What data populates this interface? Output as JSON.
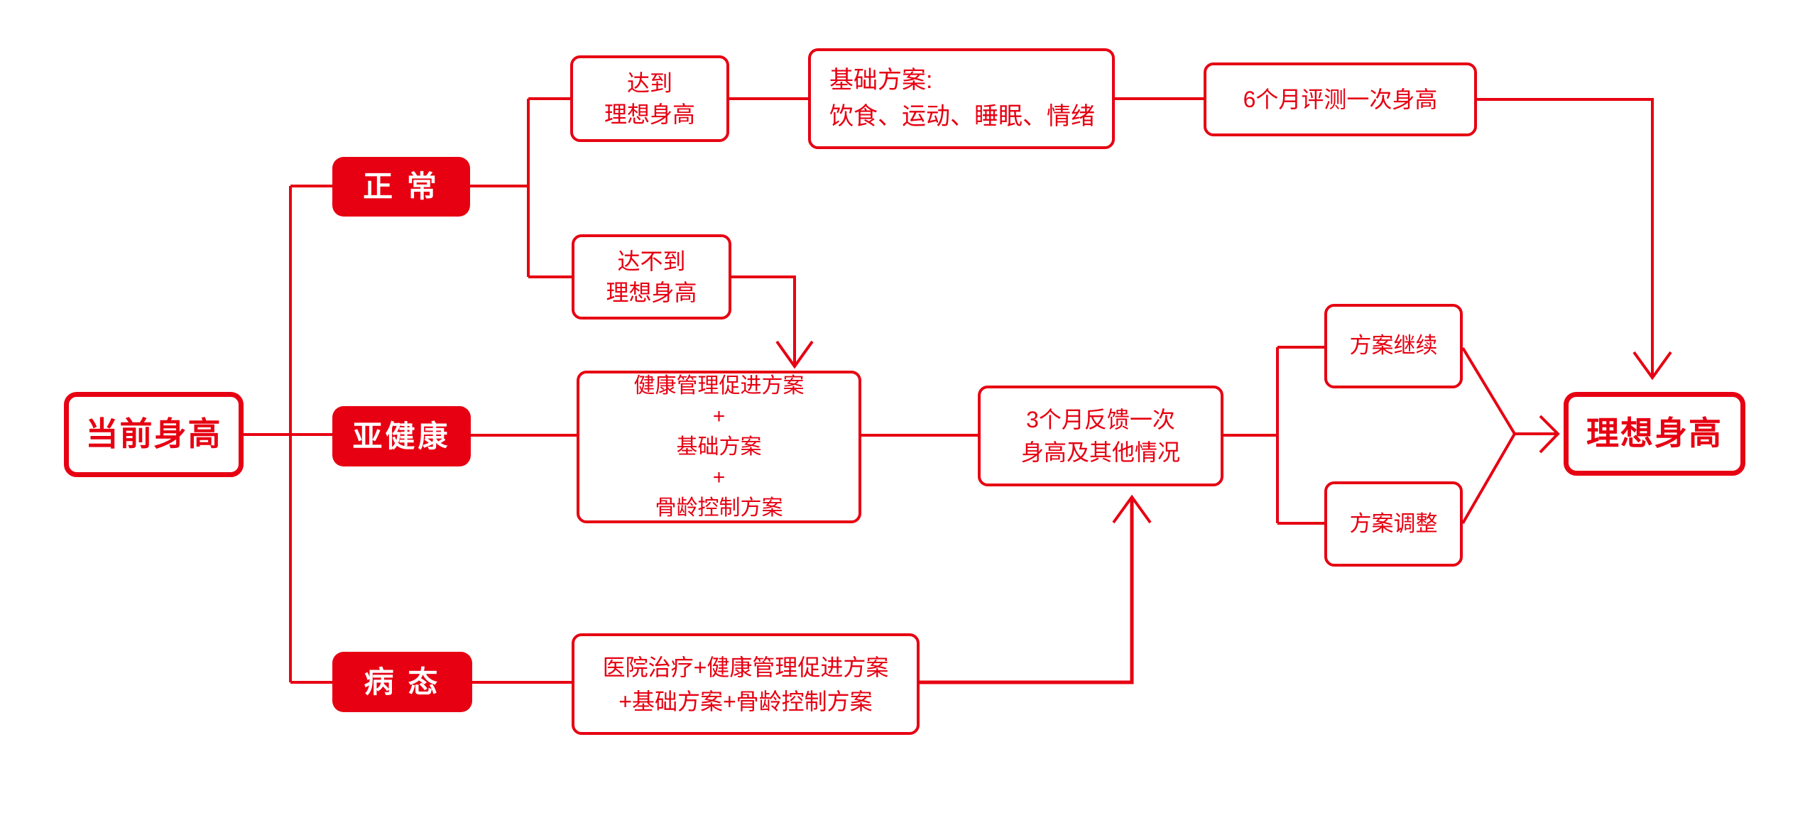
{
  "colors": {
    "accent": "#e60012",
    "background": "#ffffff",
    "text_on_fill": "#ffffff"
  },
  "nodes": {
    "current_height": "当前身高",
    "normal": "正 常",
    "reach_ideal": "达到\n理想身高",
    "basic_plan": "基础方案:\n饮食、运动、睡眠、情绪",
    "eval_6m": "6个月评测一次身高",
    "not_reach_ideal": "达不到\n理想身高",
    "subhealth": "亚健康",
    "mgmt_plan": "健康管理促进方案\n+\n基础方案\n+\n骨龄控制方案",
    "feedback_3m": "3个月反馈一次\n身高及其他情况",
    "plan_continue": "方案继续",
    "plan_adjust": "方案调整",
    "sick": "病 态",
    "hospital_plan": "医院治疗+健康管理促进方案\n+基础方案+骨龄控制方案",
    "ideal_height": "理想身高"
  }
}
